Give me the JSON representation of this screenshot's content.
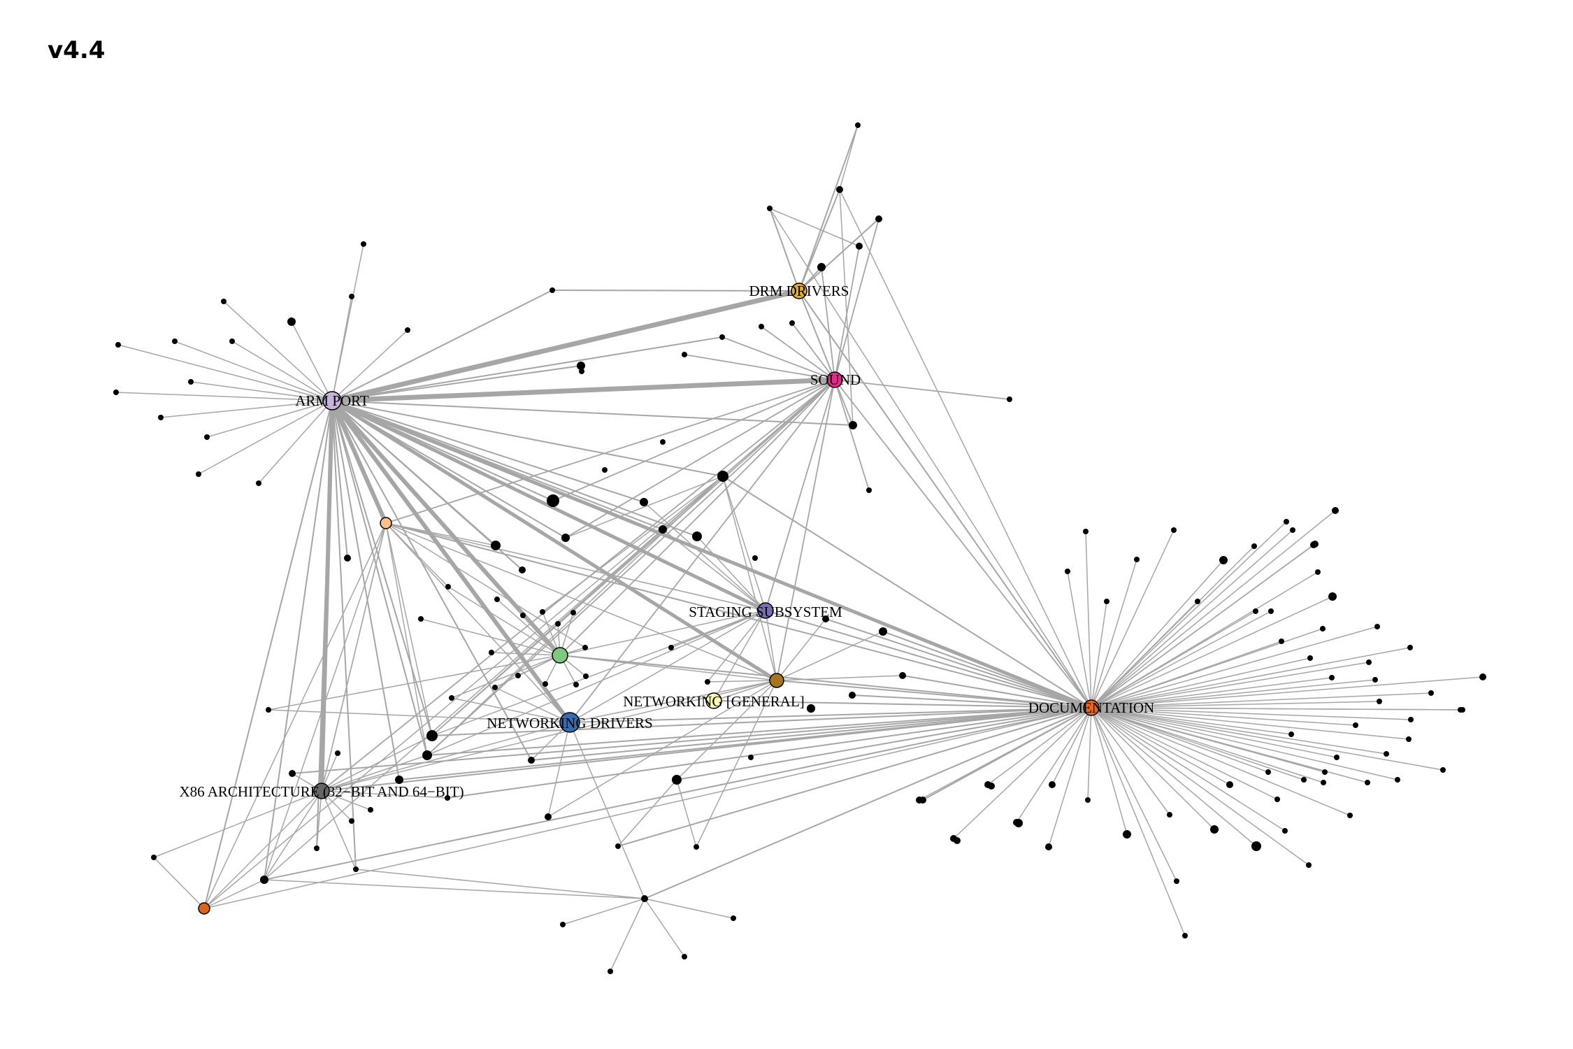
{
  "title": "v4.4",
  "graph": {
    "edge_color": "#a6a6a6",
    "small_node_color": "#000000",
    "hubs": [
      {
        "id": "arm",
        "label": "ARM PORT",
        "color": "#c7b3d9"
      },
      {
        "id": "drm",
        "label": "DRM DRIVERS",
        "color": "#e6ad2e"
      },
      {
        "id": "sound",
        "label": "SOUND",
        "color": "#e7298a"
      },
      {
        "id": "staging",
        "label": "STAGING SUBSYSTEM",
        "color": "#7570b3"
      },
      {
        "id": "netgen",
        "label": "NETWORKING [GENERAL]",
        "color": "#ffffb3"
      },
      {
        "id": "netdrv",
        "label": "NETWORKING DRIVERS",
        "color": "#386cb0"
      },
      {
        "id": "x86",
        "label": "X86 ARCHITECTURE (32−BIT AND 64−BIT)",
        "color": "#666666"
      },
      {
        "id": "doc",
        "label": "DOCUMENTATION",
        "color": "#e6661a"
      },
      {
        "id": "green",
        "label": "",
        "color": "#7fc97f"
      },
      {
        "id": "peach",
        "label": "",
        "color": "#fdc086"
      },
      {
        "id": "brown",
        "label": "",
        "color": "#a6761d"
      },
      {
        "id": "orange2",
        "label": "",
        "color": "#d9661a"
      }
    ]
  }
}
